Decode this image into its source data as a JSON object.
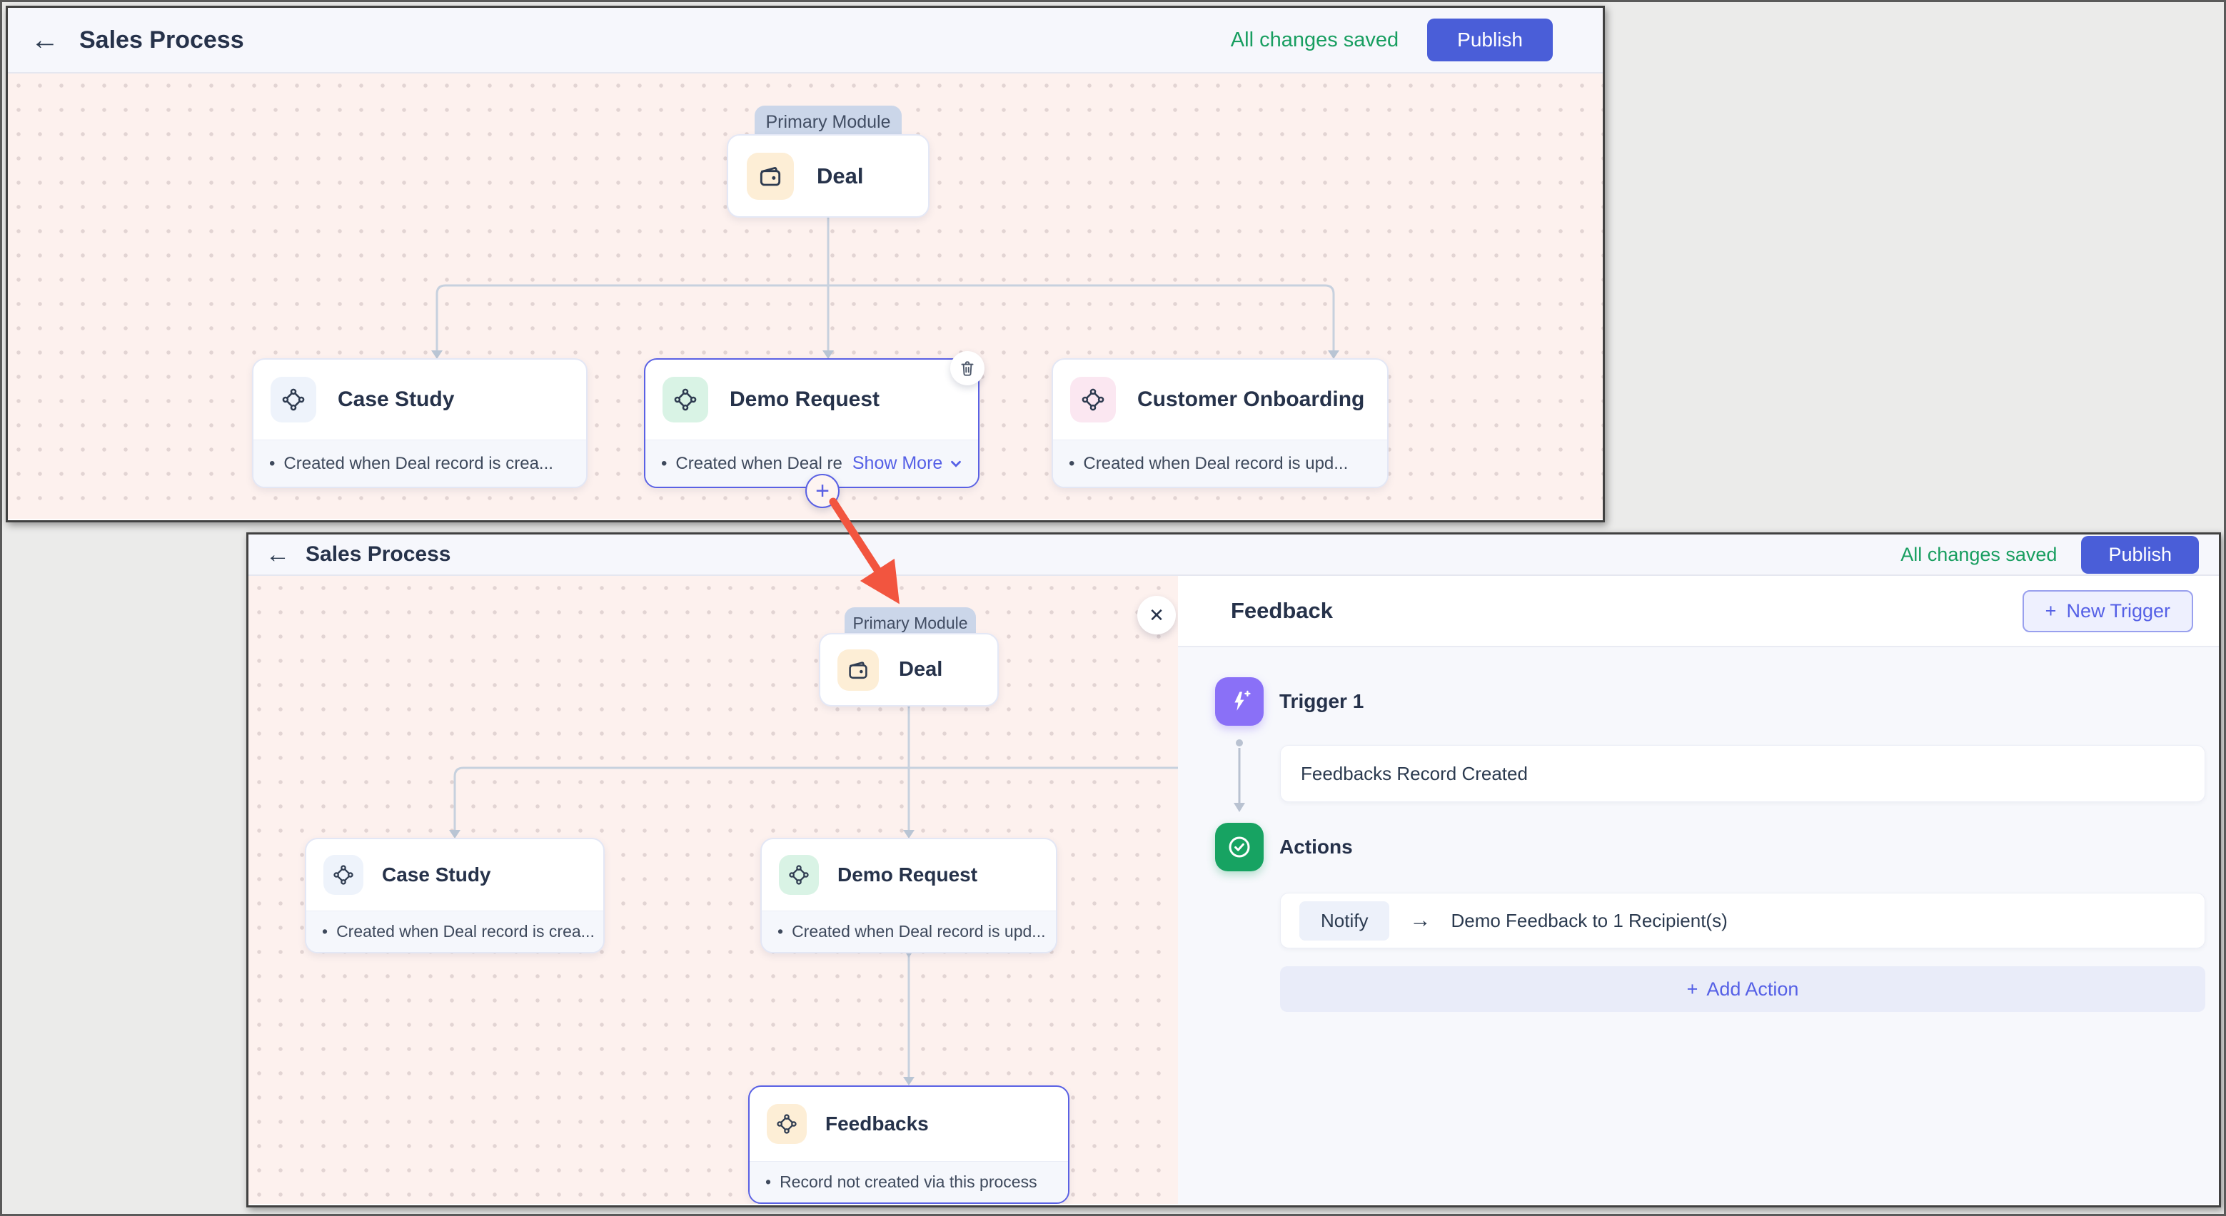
{
  "glyphs": {
    "bullet": "•",
    "plus": "+",
    "close": "✕",
    "back": "←",
    "arrow_right": "→"
  },
  "colors": {
    "accent_indigo": "#5560e6",
    "publish_blue": "#4a5ed8",
    "saved_green": "#189e60",
    "canvas_pink": "#fdf1ee",
    "selected_border": "#5a61e4",
    "trigger_purple": "#8a70f7",
    "actions_green": "#17a362",
    "annotation_red": "#f2553f"
  },
  "top_window": {
    "header": {
      "title": "Sales Process",
      "status": "All changes saved",
      "publish_label": "Publish"
    },
    "canvas": {
      "primary_module": {
        "tag": "Primary Module",
        "title": "Deal"
      },
      "nodes": [
        {
          "title": "Case Study",
          "desc": "Created when Deal record is crea..."
        },
        {
          "title": "Demo Request",
          "desc": "Created when Deal re",
          "show_more": "Show More"
        },
        {
          "title": "Customer Onboarding",
          "desc": "Created when Deal record is upd..."
        }
      ]
    }
  },
  "bottom_window": {
    "header": {
      "title": "Sales Process",
      "status": "All changes saved",
      "publish_label": "Publish"
    },
    "canvas": {
      "primary_module": {
        "tag": "Primary Module",
        "title": "Deal"
      },
      "nodes": [
        {
          "title": "Case Study",
          "desc": "Created when Deal record is crea..."
        },
        {
          "title": "Demo Request",
          "desc": "Created when Deal record is upd..."
        },
        {
          "title": "Feedbacks",
          "desc": "Record not created via this process"
        }
      ]
    },
    "panel": {
      "title": "Feedback",
      "new_trigger_label": "New Trigger",
      "trigger": {
        "label": "Trigger 1",
        "event": "Feedbacks Record Created"
      },
      "actions": {
        "label": "Actions",
        "notify_type": "Notify",
        "notify_detail": "Demo Feedback to 1 Recipient(s)",
        "add_label": "Add Action"
      }
    }
  }
}
